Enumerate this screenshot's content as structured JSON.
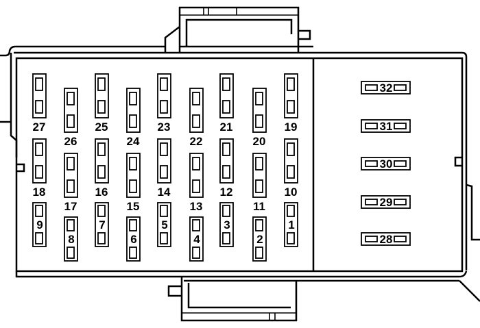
{
  "diagram": {
    "title": "Fuse panel",
    "left_rows": [
      {
        "kind": "label-below",
        "odd_cols": [
          "27",
          "25",
          "23",
          "21",
          "19"
        ],
        "even_cols": [
          "26",
          "24",
          "22",
          "20"
        ]
      },
      {
        "kind": "label-below",
        "odd_cols": [
          "18",
          "16",
          "14",
          "12",
          "10"
        ],
        "even_cols": [
          "17",
          "15",
          "13",
          "11"
        ]
      },
      {
        "kind": "label-inside",
        "odd_cols": [
          "9",
          "7",
          "5",
          "3",
          "1"
        ],
        "even_cols": [
          "8",
          "6",
          "4",
          "2"
        ]
      }
    ],
    "right_column": [
      "32",
      "31",
      "30",
      "29",
      "28"
    ]
  }
}
